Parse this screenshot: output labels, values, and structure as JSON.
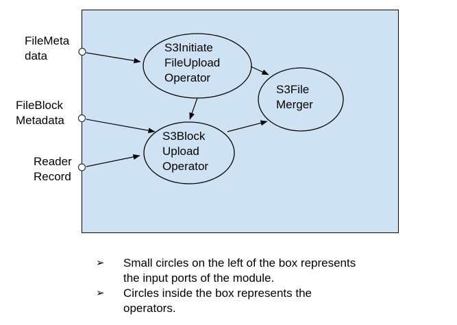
{
  "diagram": {
    "box_fill": "#cfe2f3",
    "stroke_color": "#000000",
    "port_fill": "#ffffff",
    "nodes": [
      {
        "id": "s3initiate-fileupload-operator",
        "lines": [
          "S3Initiate",
          "FileUpload",
          "Operator"
        ]
      },
      {
        "id": "s3block-upload-operator",
        "lines": [
          "S3Block",
          "Upload",
          "Operator"
        ]
      },
      {
        "id": "s3file-merger",
        "lines": [
          "S3File",
          "Merger"
        ]
      }
    ],
    "input_labels": [
      {
        "id": "filemeta-data",
        "lines": [
          "FileMeta",
          "data"
        ]
      },
      {
        "id": "fileblock-metadata",
        "lines": [
          "FileBlock",
          "Metadata"
        ]
      },
      {
        "id": "reader-record",
        "lines": [
          "Reader",
          "Record"
        ]
      }
    ]
  },
  "legend": {
    "marker": "➢",
    "bullets": [
      {
        "lines": [
          "Small circles on the left of the box represents",
          "the input ports of the module."
        ]
      },
      {
        "lines": [
          "Circles inside the box represents the",
          "operators."
        ]
      }
    ]
  }
}
